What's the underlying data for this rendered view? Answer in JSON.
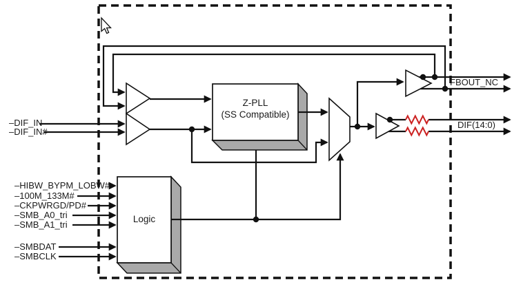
{
  "inputs": {
    "dif_in": "–DIF_IN",
    "dif_in_b": "–DIF_IN#",
    "logic_pins": [
      "–HIBW_BYPM_LOBW#",
      "–100M_133M#",
      "–CKPWRGD/PD#",
      "–SMB_A0_tri",
      "–SMB_A1_tri",
      "–SMBDAT",
      "–SMBCLK"
    ]
  },
  "blocks": {
    "zpll_line1": "Z-PLL",
    "zpll_line2": "(SS Compatible)",
    "logic": "Logic"
  },
  "outputs": {
    "fbout": "FBOUT_NC",
    "dif_bus": "DIF(14:0)"
  },
  "colors": {
    "line": "#111111",
    "resistor_red": "#cc2222",
    "bevel_gray": "#a9a9a9",
    "background": "#ffffff"
  }
}
